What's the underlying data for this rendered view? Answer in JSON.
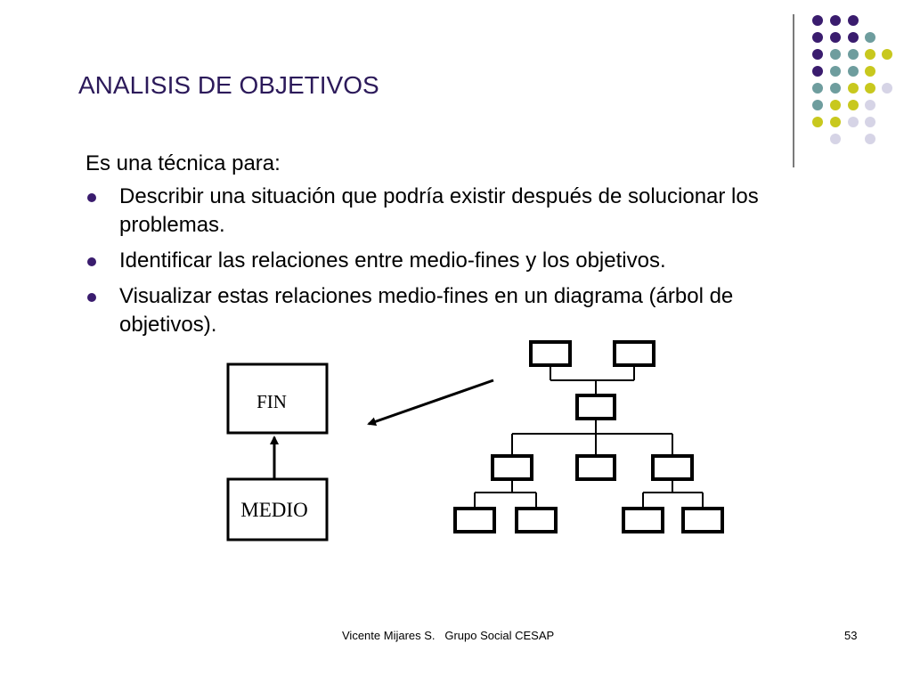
{
  "slide": {
    "title": "ANALISIS DE OBJETIVOS",
    "intro": "Es una técnica para:",
    "bullets": [
      "Describir una situación que podría existir después de solucionar los problemas.",
      "Identificar las relaciones entre medio-fines y los objetivos.",
      "Visualizar estas relaciones medio-fines en un diagrama (árbol de objetivos)."
    ],
    "diagram": {
      "top_box": "FIN",
      "bottom_box": "MEDIO"
    },
    "footer": {
      "author": "Vicente Mijares S.   Grupo Social CESAP",
      "page_number": "53"
    }
  },
  "colors": {
    "title": "#2c1a5a",
    "bullet": "#3a1c6e",
    "dot_purple": "#3a1c6e",
    "dot_teal": "#6e9d9e",
    "dot_yellow": "#c8c81e",
    "dot_lavender": "#d6d4e6"
  }
}
